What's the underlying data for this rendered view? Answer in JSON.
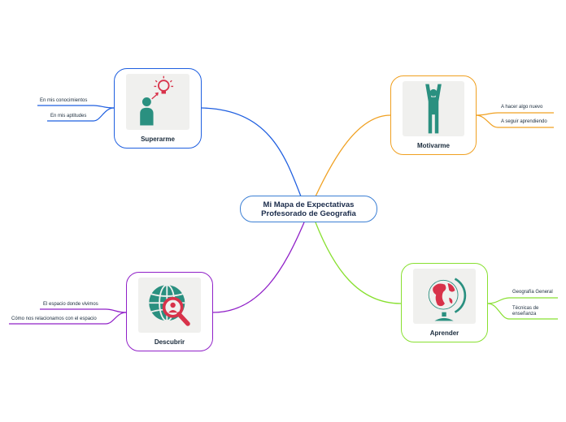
{
  "central": {
    "line1": "Mi Mapa de Expectativas",
    "line2": "Profesorado de Geografia"
  },
  "branches": {
    "superarme": {
      "title": "Superarme",
      "color": "#1f5fe0",
      "icon": "person-lightbulb-icon",
      "leaves": [
        "En mis conocimientos",
        "En mis aptitudes"
      ]
    },
    "motivarme": {
      "title": "Motivarme",
      "color": "#f0a020",
      "icon": "person-arms-raised-icon",
      "leaves": [
        "A hacer algo nuevo",
        "A seguir aprendiendo"
      ]
    },
    "descubrir": {
      "title": "Descubrir",
      "color": "#9020c8",
      "icon": "globe-magnifier-icon",
      "leaves": [
        "El espacio donde vivimos",
        "Cómo nos relacionamos con el espacio"
      ]
    },
    "aprender": {
      "title": "Aprender",
      "color": "#88e030",
      "icon": "desk-globe-icon",
      "leaves": [
        "Geografía General",
        "Técnicas de enseñanza"
      ]
    }
  }
}
